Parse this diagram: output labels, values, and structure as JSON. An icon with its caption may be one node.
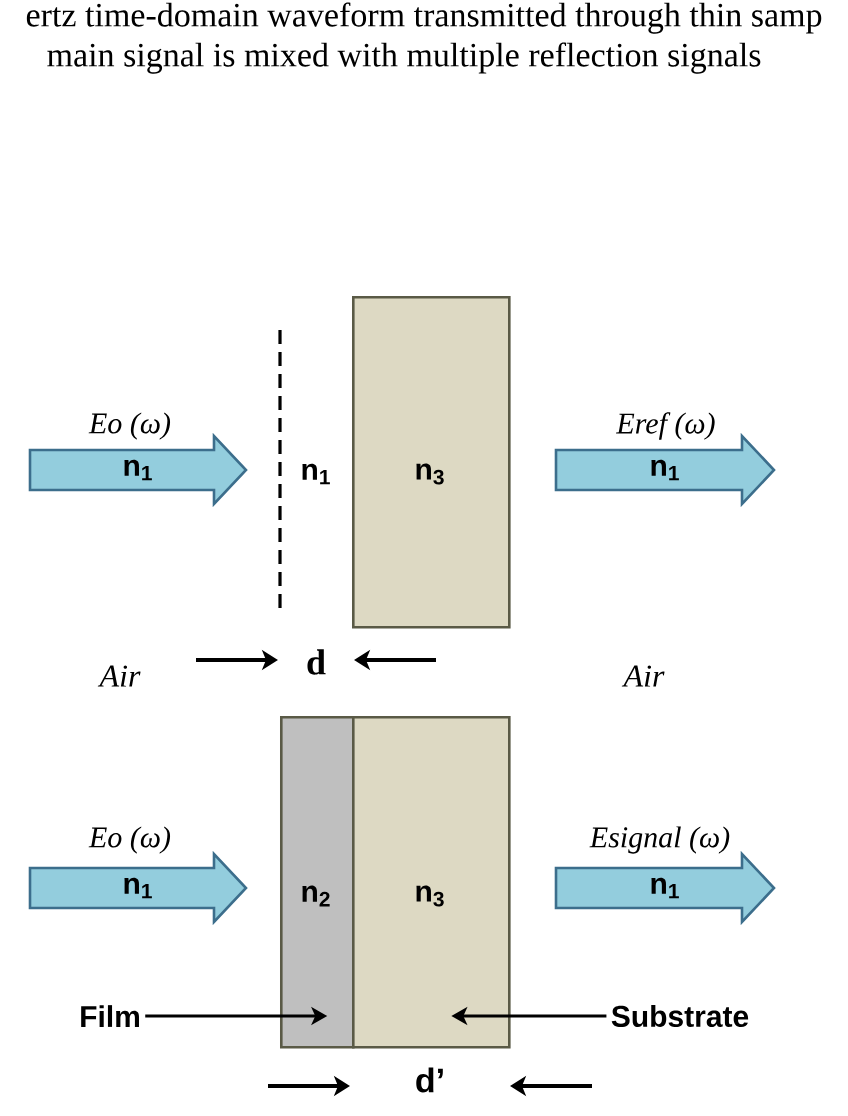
{
  "diagram": {
    "nodes": [
      {
        "text": [
          "Eo (ω)",
          "n$_{1}$"
        ]
      },
      {
        "text": [
          "n$_{3}$"
        ]
      },
      {
        "text": [
          "Eref (ω)",
          "n$_{1}$"
        ]
      },
      {
        "text": [
          "Eo (ω)",
          "n$_{1}$"
        ]
      },
      {
        "text": [
          "n$_{2}$"
        ]
      },
      {
        "text": [
          "n$_{3}$"
        ]
      },
      {
        "text": [
          "Esignal (ω)",
          "n$_{1}$"
        ]
      },
      {
        "text": [
          "Film"
        ]
      },
      {
        "text": [
          "Substrate"
        ]
      }
    ],
    "edges": [
      {
        "from": 7,
        "to": 4,
        "arrow": "to"
      },
      {
        "from": 8,
        "to": 5,
        "arrow": "to"
      }
    ],
    "labels": [
      "ertz time-domain waveform transmitted through thin samp",
      "main signal is mixed with multiple reflection signals",
      "n$_{1}$",
      "Air",
      "d",
      "Air",
      "d’"
    ]
  }
}
